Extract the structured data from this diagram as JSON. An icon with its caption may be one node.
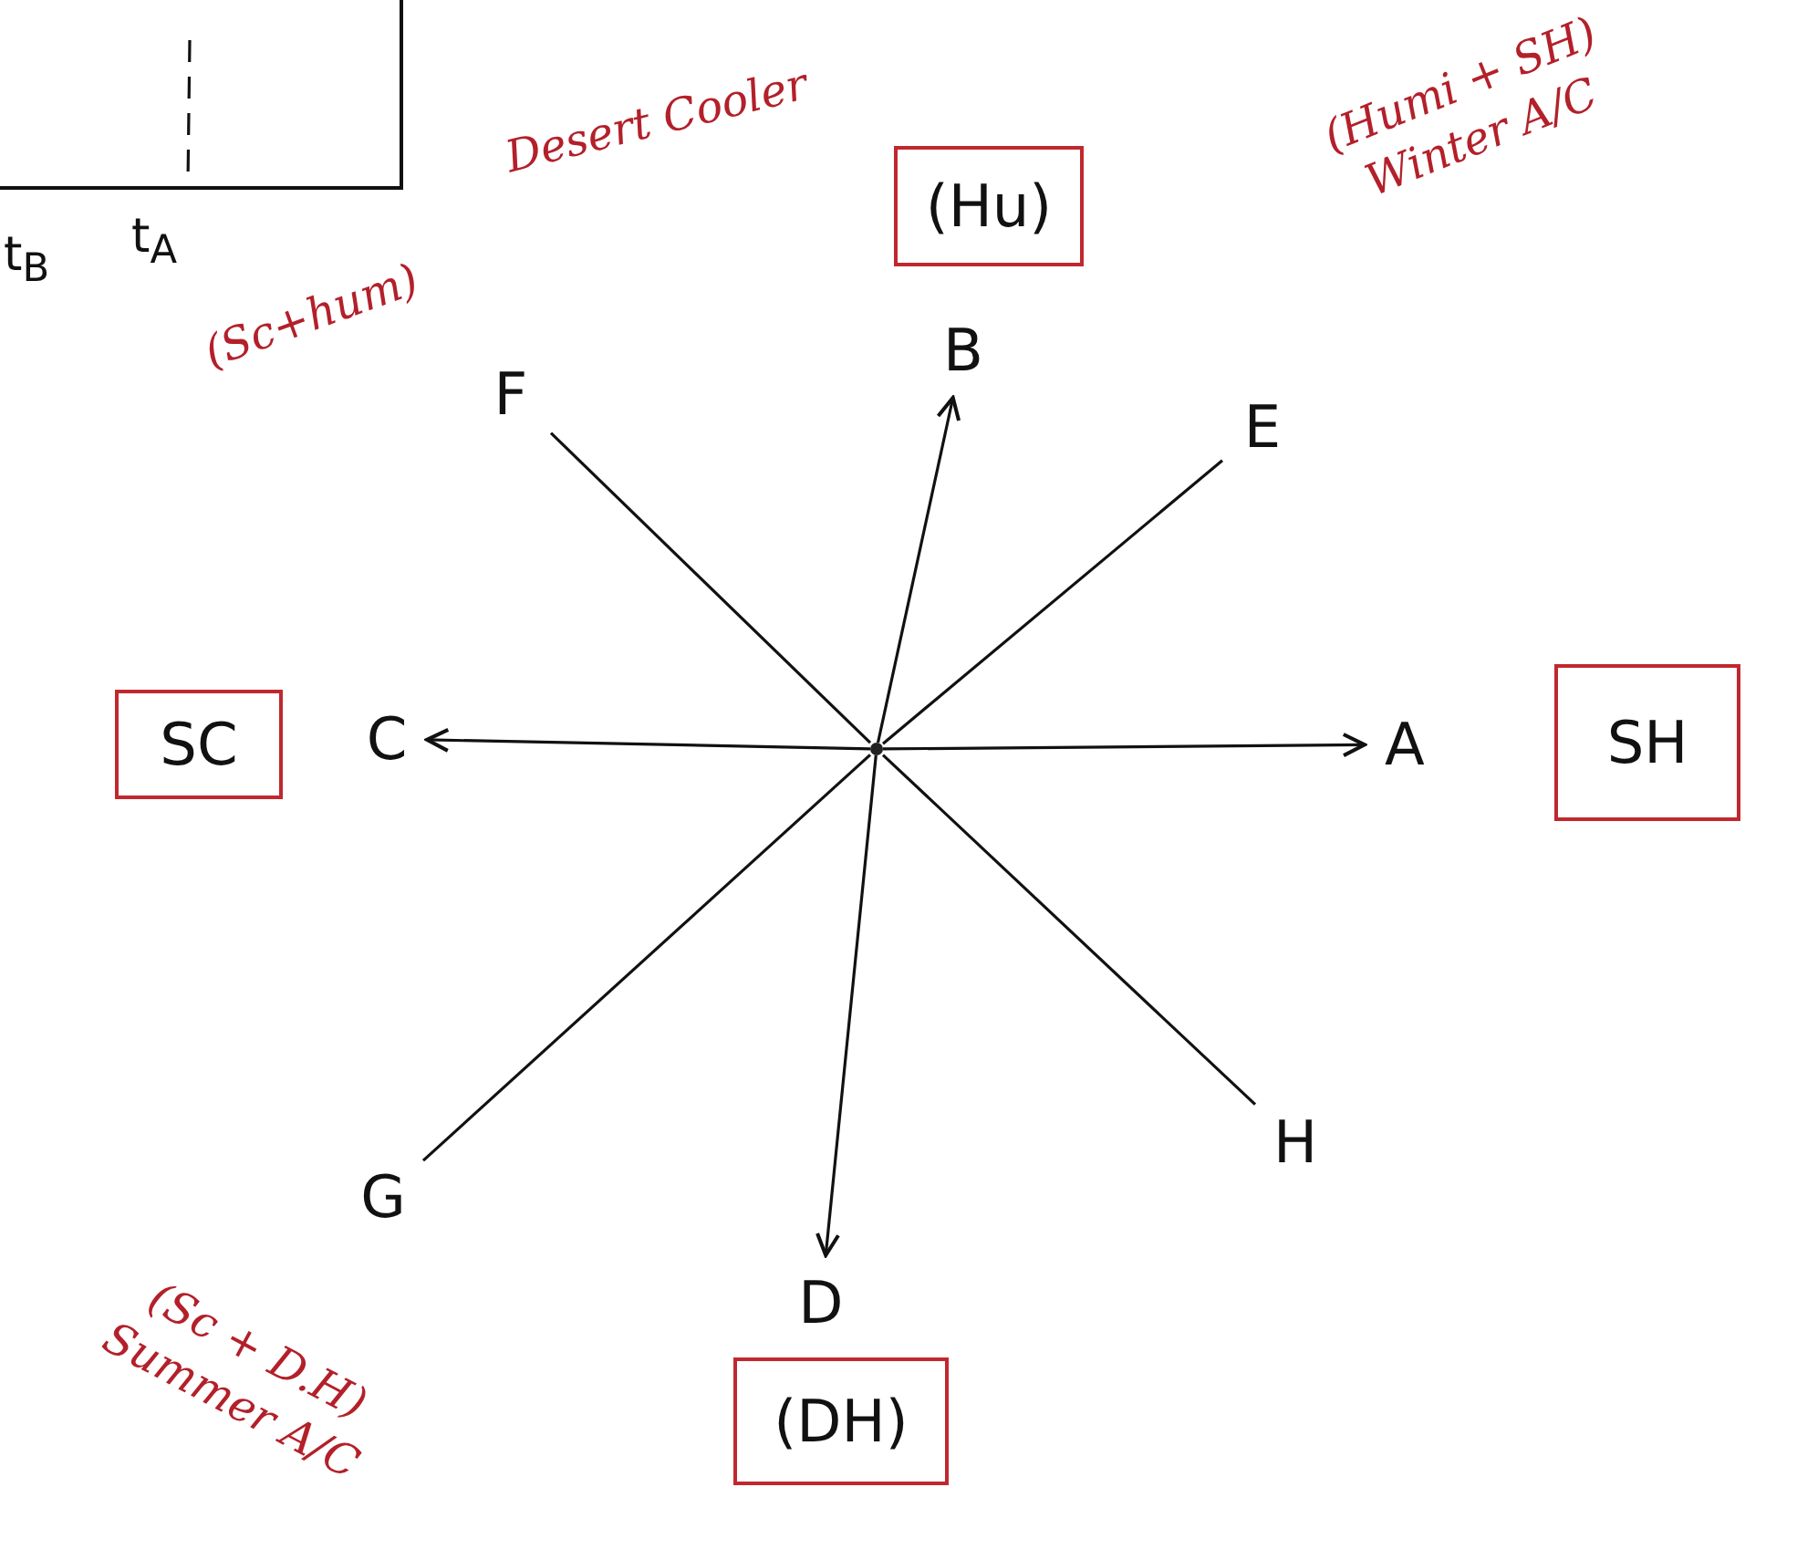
{
  "diagram": {
    "nodes": [
      {
        "text": [],
        "shape": "dot"
      },
      {
        "text": [
          "A"
        ]
      },
      {
        "text": [
          "B"
        ]
      },
      {
        "text": [
          "C"
        ]
      },
      {
        "text": [
          "D"
        ]
      },
      {
        "text": [
          "E"
        ]
      },
      {
        "text": [
          "F"
        ]
      },
      {
        "text": [
          "G"
        ]
      },
      {
        "text": [
          "H"
        ]
      },
      {
        "text": [
          "SH"
        ]
      },
      {
        "text": [
          "(Hu)"
        ]
      },
      {
        "text": [
          "SC"
        ]
      },
      {
        "text": [
          "(DH)"
        ]
      }
    ],
    "edges": [
      {
        "from": 0,
        "to": 1,
        "arrow": "to"
      },
      {
        "from": 0,
        "to": 2,
        "arrow": "to"
      },
      {
        "from": 0,
        "to": 3,
        "arrow": "to"
      },
      {
        "from": 0,
        "to": 4,
        "arrow": "to"
      },
      {
        "from": 0,
        "to": 5,
        "arrow": "none"
      },
      {
        "from": 0,
        "to": 6,
        "arrow": "none"
      },
      {
        "from": 0,
        "to": 7,
        "arrow": "none"
      },
      {
        "from": 0,
        "to": 8,
        "arrow": "none"
      }
    ],
    "labels": [
      "t$_{B}$",
      "t$_{A}$",
      "Desert Cooler",
      "(Humi + SH) Winter A/C",
      "(Sc+hum)",
      "(Sc + D.H) Summer A/C"
    ]
  }
}
